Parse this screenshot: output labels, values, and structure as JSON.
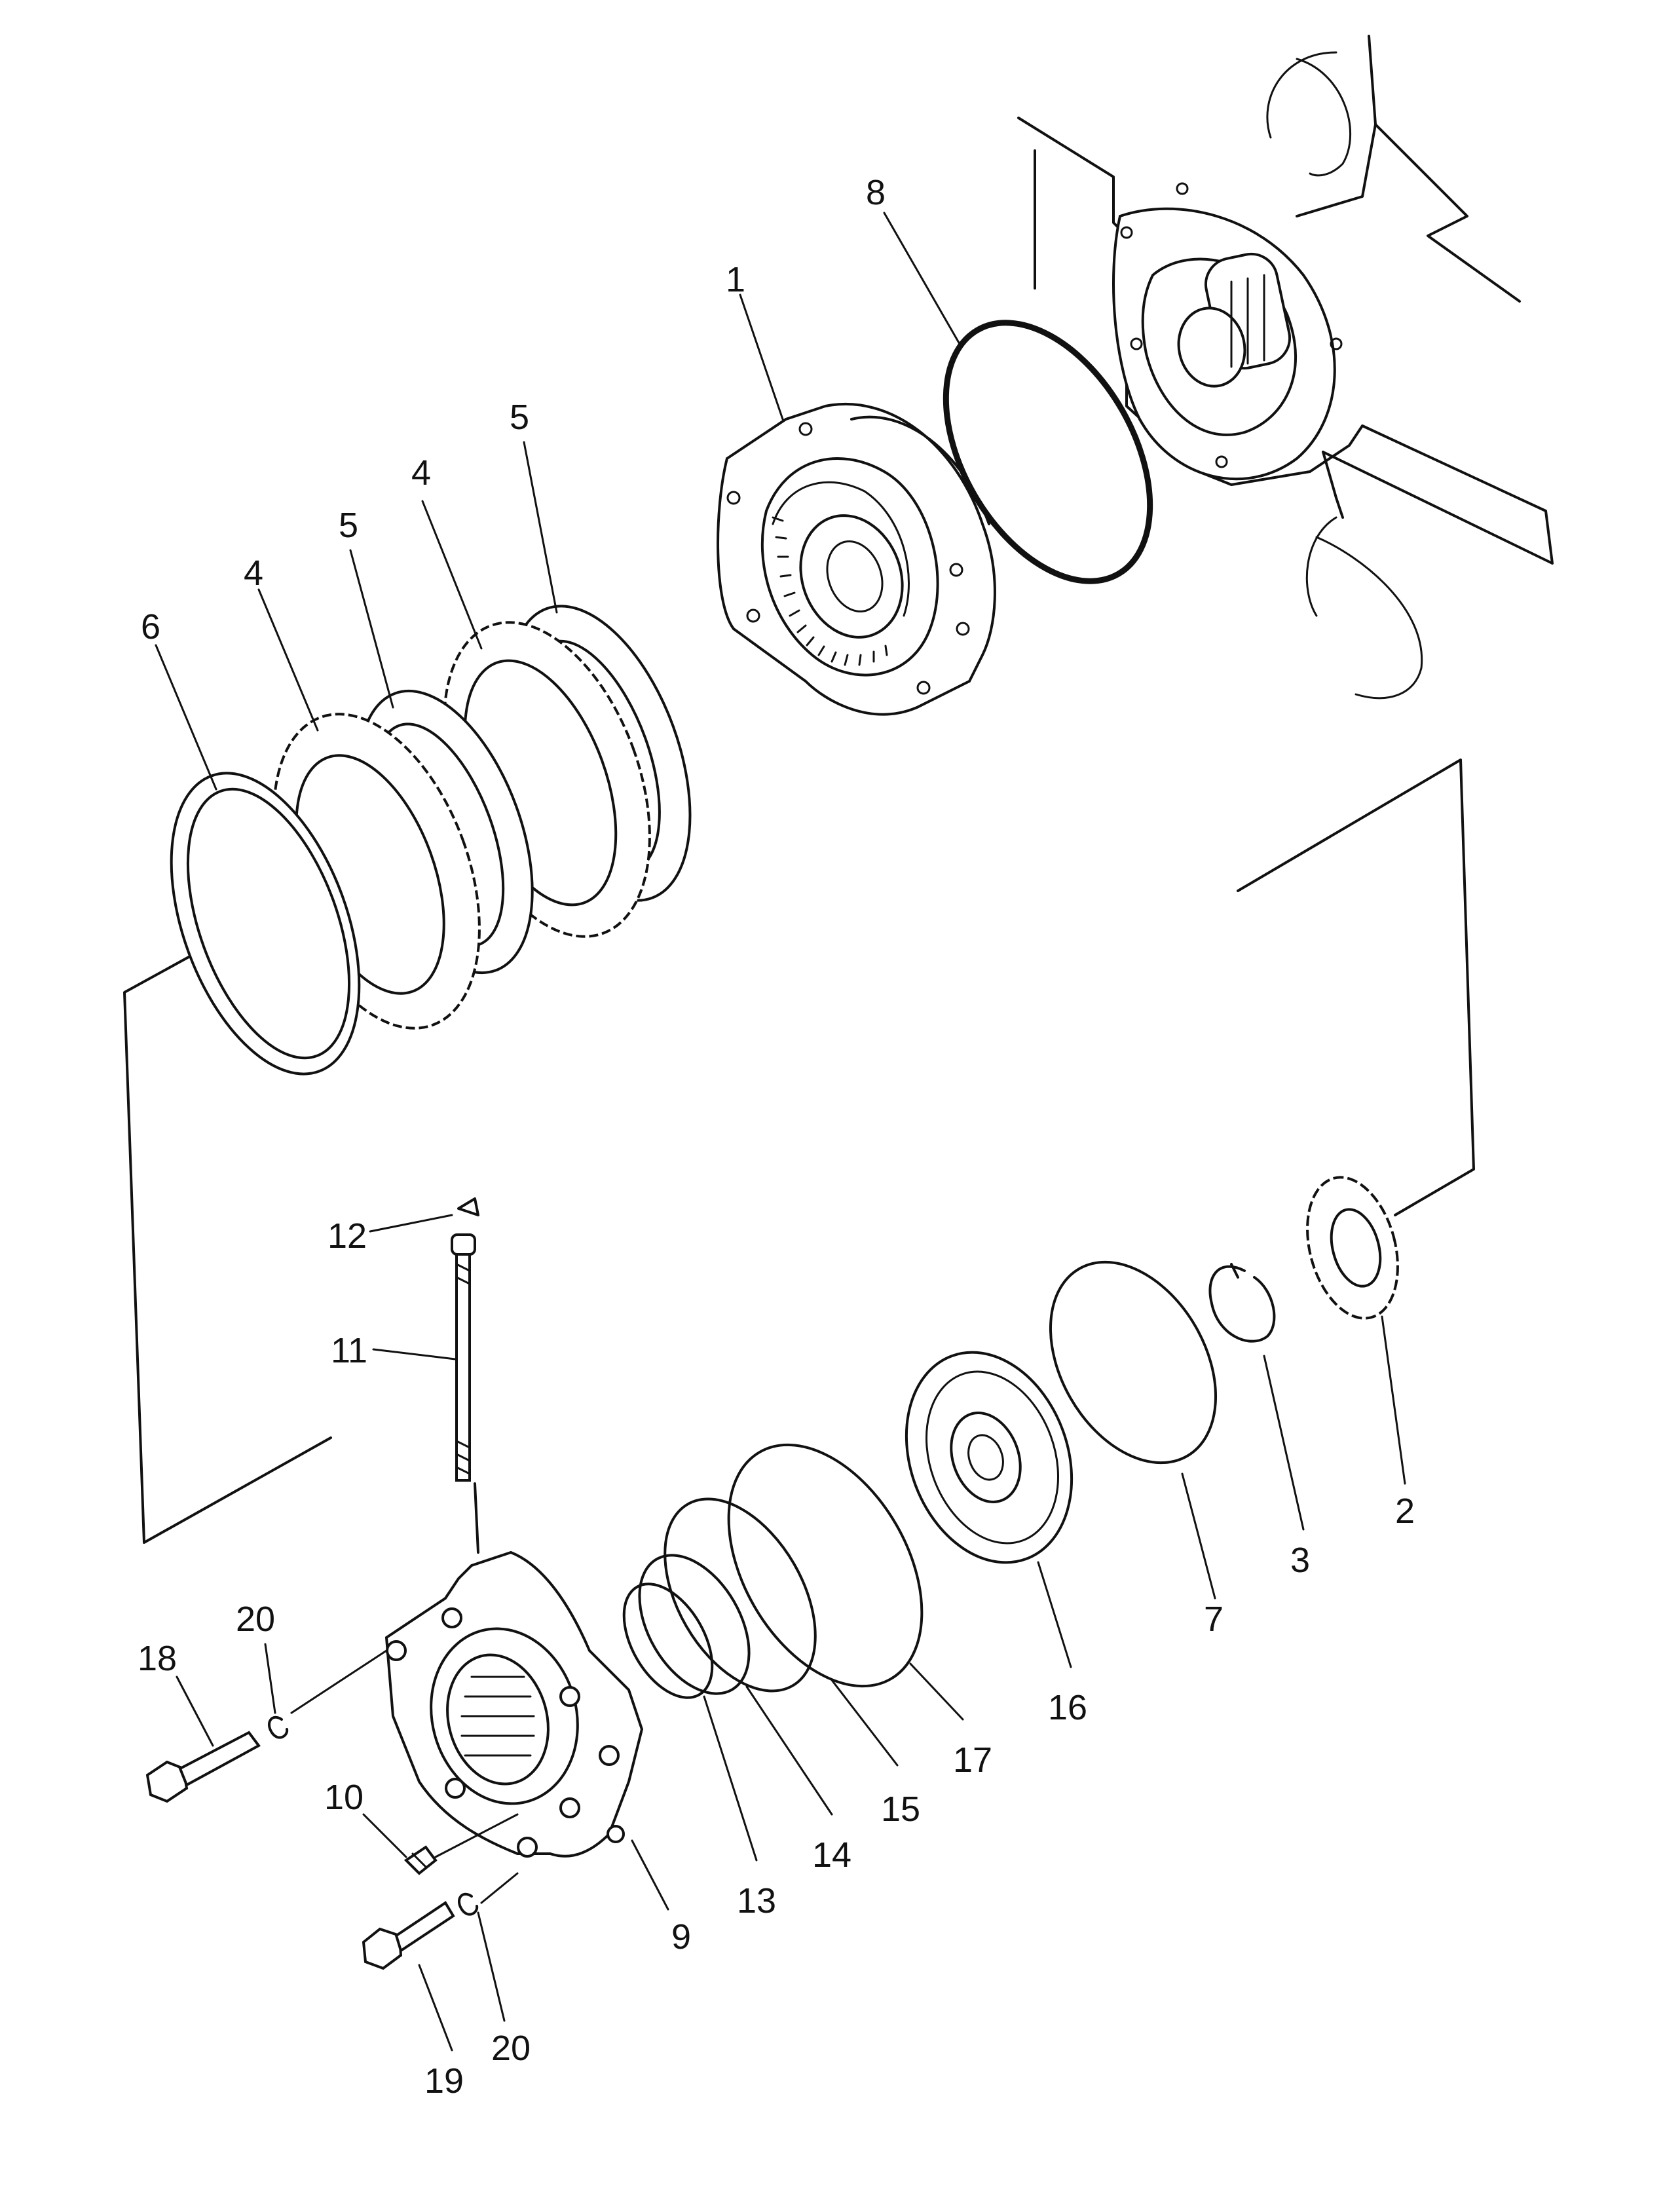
{
  "diagram": {
    "labels": [
      {
        "key": "p1",
        "text": "1"
      },
      {
        "key": "p2",
        "text": "2"
      },
      {
        "key": "p3",
        "text": "3"
      },
      {
        "key": "p4a",
        "text": "4"
      },
      {
        "key": "p4b",
        "text": "4"
      },
      {
        "key": "p5a",
        "text": "5"
      },
      {
        "key": "p5b",
        "text": "5"
      },
      {
        "key": "p6",
        "text": "6"
      },
      {
        "key": "p7",
        "text": "7"
      },
      {
        "key": "p8",
        "text": "8"
      },
      {
        "key": "p9",
        "text": "9"
      },
      {
        "key": "p10",
        "text": "10"
      },
      {
        "key": "p11",
        "text": "11"
      },
      {
        "key": "p12",
        "text": "12"
      },
      {
        "key": "p13",
        "text": "13"
      },
      {
        "key": "p14",
        "text": "14"
      },
      {
        "key": "p15",
        "text": "15"
      },
      {
        "key": "p16",
        "text": "16"
      },
      {
        "key": "p17",
        "text": "17"
      },
      {
        "key": "p18",
        "text": "18"
      },
      {
        "key": "p19",
        "text": "19"
      },
      {
        "key": "p20a",
        "text": "20"
      },
      {
        "key": "p20b",
        "text": "20"
      }
    ]
  }
}
